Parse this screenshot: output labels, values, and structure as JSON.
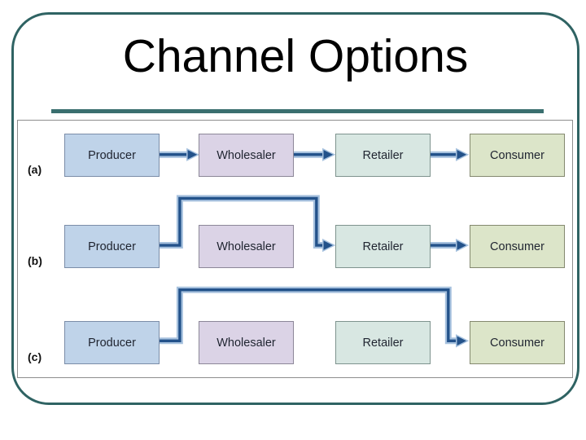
{
  "slide": {
    "title": "Channel Options"
  },
  "diagram": {
    "rows": [
      {
        "label": "(a)",
        "nodes": [
          {
            "label": "Producer"
          },
          {
            "label": "Wholesaler"
          },
          {
            "label": "Retailer"
          },
          {
            "label": "Consumer"
          }
        ],
        "connections": [
          [
            "Producer",
            "Wholesaler"
          ],
          [
            "Wholesaler",
            "Retailer"
          ],
          [
            "Retailer",
            "Consumer"
          ]
        ]
      },
      {
        "label": "(b)",
        "nodes": [
          {
            "label": "Producer"
          },
          {
            "label": "Wholesaler"
          },
          {
            "label": "Retailer"
          },
          {
            "label": "Consumer"
          }
        ],
        "connections": [
          [
            "Producer",
            "Retailer"
          ],
          [
            "Retailer",
            "Consumer"
          ]
        ]
      },
      {
        "label": "(c)",
        "nodes": [
          {
            "label": "Producer"
          },
          {
            "label": "Wholesaler"
          },
          {
            "label": "Retailer"
          },
          {
            "label": "Consumer"
          }
        ],
        "connections": [
          [
            "Producer",
            "Consumer"
          ]
        ]
      }
    ]
  },
  "colors": {
    "slide-border": "#2F6363",
    "title-rule": "#3A6F6F",
    "title-color": "#000000",
    "panel-border": "#8E8E8E",
    "arrow-core": "#23528A",
    "arrow-halo": "#A6C1DE",
    "producer-fill": "#BFD3E9",
    "producer-border": "#7B8DA8",
    "wholesaler-fill": "#DBD3E6",
    "wholesaler-border": "#8C8798",
    "retailer-fill": "#D8E7E2",
    "retailer-border": "#7E938E",
    "consumer-fill": "#DCE5C9",
    "consumer-border": "#84896F",
    "node-text": "#1F2430",
    "label-color": "#111111"
  }
}
